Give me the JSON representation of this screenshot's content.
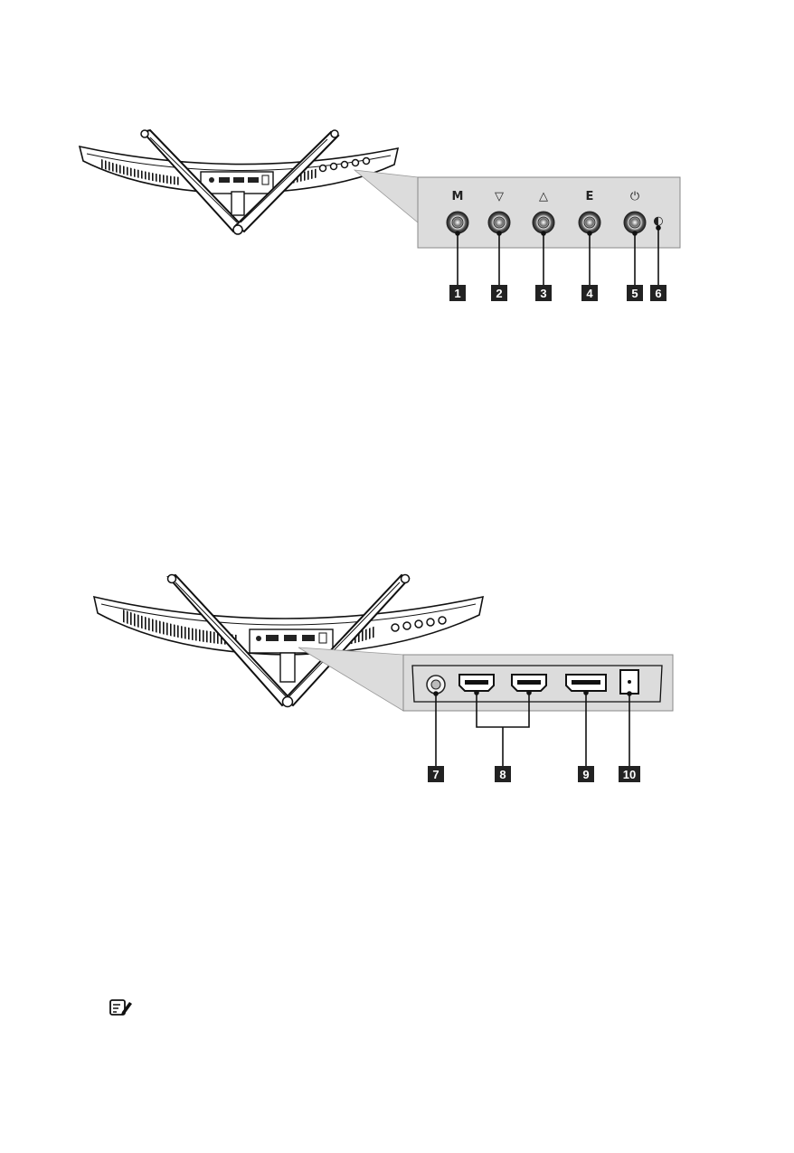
{
  "diagram_top": {
    "button_symbols": [
      "M",
      "▽",
      "△",
      "E",
      "⏻",
      "◐"
    ],
    "callouts": [
      "1",
      "2",
      "3",
      "4",
      "5",
      "6"
    ]
  },
  "diagram_bottom": {
    "callouts": [
      "7",
      "8",
      "9",
      "10"
    ]
  },
  "icons": {
    "note": "note-icon"
  }
}
